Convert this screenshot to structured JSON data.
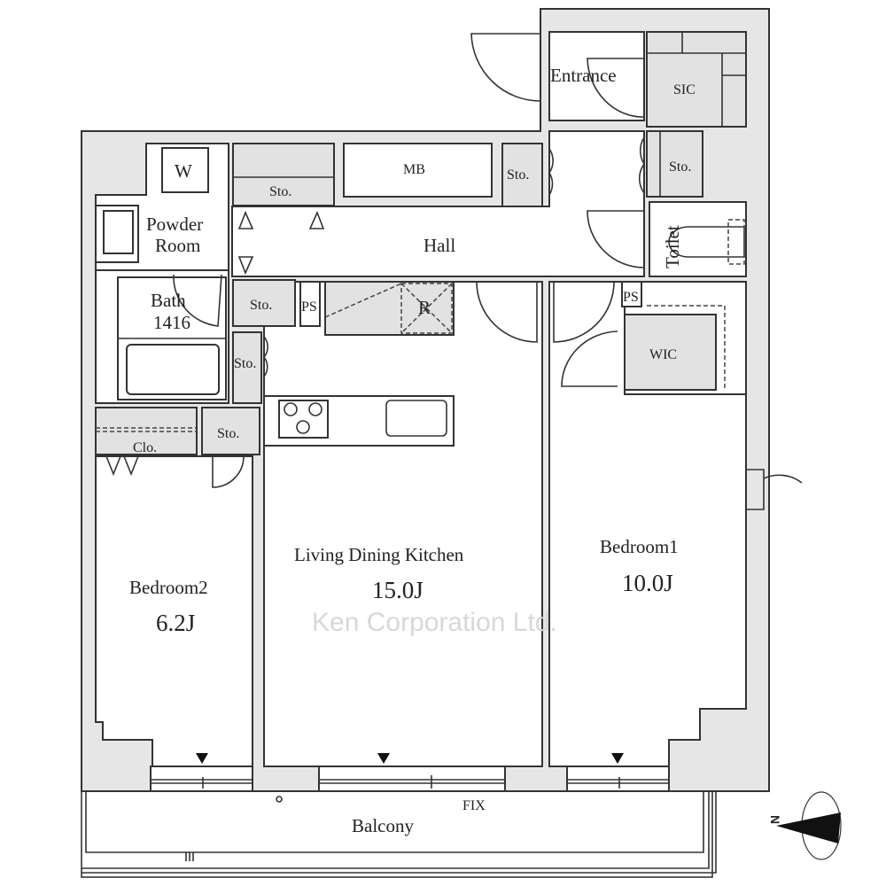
{
  "plan": {
    "rooms": {
      "entrance": "Entrance",
      "sic": "SIC",
      "mb": "MB",
      "hall": "Hall",
      "toilet": "Toilet",
      "powder_room_line1": "Powder",
      "powder_room_line2": "Room",
      "washer": "W",
      "bath_line1": "Bath",
      "bath_line2": "1416",
      "ps": "PS",
      "refrigerator": "R",
      "wic": "WIC",
      "closet": "Clo.",
      "storage": "Sto.",
      "ldk": "Living Dining Kitchen",
      "ldk_size": "15.0J",
      "bedroom1": "Bedroom1",
      "bedroom1_size": "10.0J",
      "bedroom2": "Bedroom2",
      "bedroom2_size": "6.2J",
      "balcony": "Balcony",
      "fix": "FIX"
    },
    "compass_label": "N",
    "watermark": "Ken Corporation Ltd."
  }
}
